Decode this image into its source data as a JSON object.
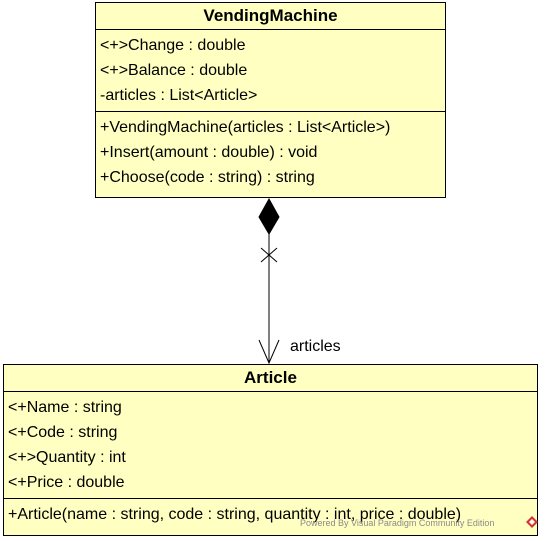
{
  "vending_machine": {
    "name": "VendingMachine",
    "attributes": [
      "<+>Change : double",
      "<+>Balance : double",
      "-articles : List<Article>"
    ],
    "operations": [
      "+VendingMachine(articles : List<Article>)",
      "+Insert(amount : double) : void",
      "+Choose(code : string) : string"
    ]
  },
  "article": {
    "name": "Article",
    "attributes": [
      "<+Name : string",
      "<+Code : string",
      "<+>Quantity : int",
      "<+Price : double"
    ],
    "operations": [
      "+Article(name : string, code : string, quantity : int, price : double)"
    ]
  },
  "association": {
    "role_label": "articles",
    "kind": "composition"
  },
  "watermark": {
    "text": "Powered By Visual Paradigm Community Edition"
  },
  "colors": {
    "class_fill": "#ffffc2",
    "border": "#000000",
    "watermark_text": "#8a8a8a",
    "logo_red": "#d9342b"
  }
}
